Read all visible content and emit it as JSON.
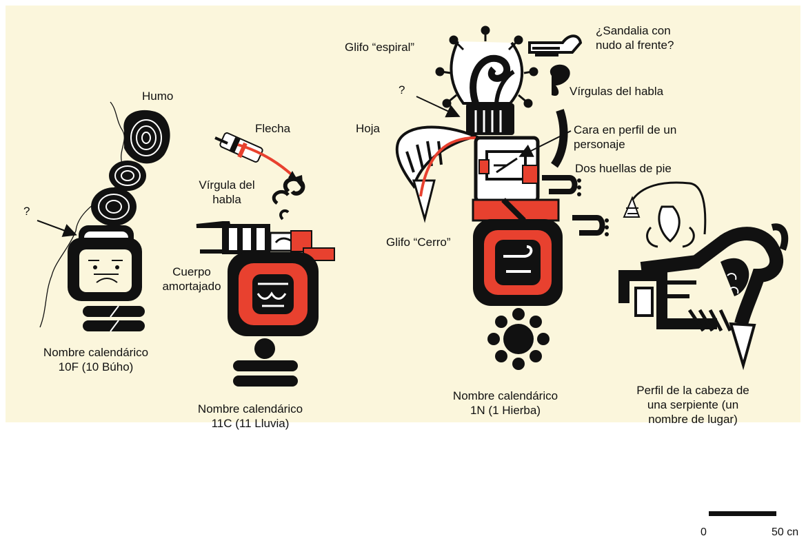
{
  "colors": {
    "panel": "#fbf6dc",
    "ink": "#111111",
    "red": "#e8412f"
  },
  "labels": {
    "humo": "Humo",
    "question_left": "?",
    "flecha": "Flecha",
    "virgula": "Vírgula del habla",
    "cuerpo": "Cuerpo amortajado",
    "glifo_espiral": "Glifo “espiral”",
    "question_center": "?",
    "hoja": "Hoja",
    "glifo_cerro": "Glifo “Cerro”",
    "sandalia": "¿Sandalia con nudo al frente?",
    "virgulas": "Vírgulas del habla",
    "cara": "Cara en perfil de un personaje",
    "huellas": "Dos huellas de pie"
  },
  "captions": {
    "c1_line1": "Nombre calendárico",
    "c1_line2": "10F (10 Búho)",
    "c2_line1": "Nombre calendárico",
    "c2_line2": "11C (11 Lluvia)",
    "c3_line1": "Nombre calendárico",
    "c3_line2": "1N (1 Hierba)",
    "c4_line1": "Perfil de la cabeza de",
    "c4_line2": "una serpiente (un",
    "c4_line3": "nombre de lugar)"
  },
  "scale": {
    "start": "0",
    "end": "50 cn"
  }
}
